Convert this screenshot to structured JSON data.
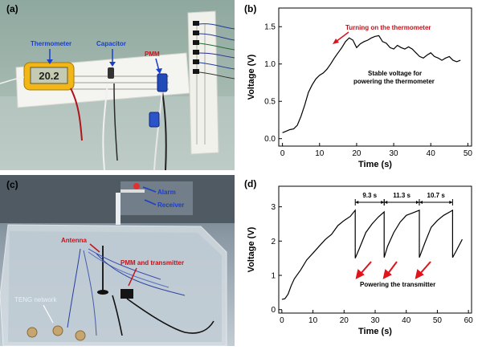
{
  "panels": {
    "a": {
      "label": "(a)",
      "annotations": {
        "thermometer": "Thermometer",
        "capacitor": "Capacitor",
        "pmm": "PMM",
        "display_reading": "20.2"
      }
    },
    "c": {
      "label": "(c)",
      "annotations": {
        "alarm": "Alarm",
        "receiver": "Receiver",
        "antenna": "Antenna",
        "pmm_transmitter": "PMM and transmitter",
        "teng_network": "TENG network"
      }
    }
  },
  "chart_data": [
    {
      "panel_label": "(b)",
      "type": "line",
      "xlabel": "Time (s)",
      "ylabel": "Voltage (V)",
      "xlim": [
        -1,
        51
      ],
      "ylim": [
        -0.1,
        1.75
      ],
      "xticks": [
        0,
        10,
        20,
        30,
        40,
        50
      ],
      "xtick_labels": [
        "0",
        "10",
        "20",
        "30",
        "40",
        "50"
      ],
      "yticks": [
        0.0,
        0.5,
        1.0,
        1.5
      ],
      "ytick_labels": [
        "0.0",
        "0.5",
        "1.0",
        "1.5"
      ],
      "grid": false,
      "series": [
        {
          "x": [
            0,
            1,
            2,
            3,
            4,
            5,
            6,
            7,
            8,
            9,
            10,
            11,
            12,
            13,
            14,
            15,
            16,
            17,
            18,
            19,
            20,
            21,
            22,
            23,
            24,
            25,
            26,
            27,
            28,
            29,
            30,
            31,
            32,
            33,
            34,
            35,
            36,
            37,
            38,
            39,
            40,
            41,
            42,
            43,
            44,
            45,
            46,
            47,
            48
          ],
          "y": [
            0.08,
            0.1,
            0.12,
            0.13,
            0.18,
            0.3,
            0.45,
            0.62,
            0.72,
            0.8,
            0.85,
            0.88,
            0.93,
            1.0,
            1.08,
            1.15,
            1.22,
            1.3,
            1.35,
            1.32,
            1.22,
            1.27,
            1.3,
            1.32,
            1.35,
            1.37,
            1.38,
            1.3,
            1.28,
            1.22,
            1.2,
            1.25,
            1.22,
            1.2,
            1.23,
            1.2,
            1.15,
            1.1,
            1.08,
            1.12,
            1.15,
            1.1,
            1.08,
            1.05,
            1.08,
            1.1,
            1.05,
            1.03,
            1.05
          ]
        }
      ],
      "annotations": {
        "turning_on": "Turning on the thermometer",
        "stable_line1": "Stable voltage for",
        "stable_line2": "powering the thermometer"
      }
    },
    {
      "panel_label": "(d)",
      "type": "line",
      "xlabel": "Time (s)",
      "ylabel": "Voltage (V)",
      "xlim": [
        -1,
        61
      ],
      "ylim": [
        -0.1,
        3.6
      ],
      "xticks": [
        0,
        10,
        20,
        30,
        40,
        50,
        60
      ],
      "xtick_labels": [
        "0",
        "10",
        "20",
        "30",
        "40",
        "50",
        "60"
      ],
      "yticks": [
        0,
        1,
        2,
        3
      ],
      "ytick_labels": [
        "0",
        "1",
        "2",
        "3"
      ],
      "grid": false,
      "series": [
        {
          "x": [
            0,
            1,
            2,
            3,
            4,
            6,
            8,
            10,
            12,
            14,
            16,
            18,
            20,
            22,
            23.6,
            23.6,
            25,
            27,
            29,
            31,
            32.9,
            32.9,
            34,
            36,
            38,
            40,
            42,
            44.2,
            44.2,
            46,
            48,
            50,
            52,
            54,
            54.9,
            54.9,
            56,
            58
          ],
          "y": [
            0.3,
            0.32,
            0.45,
            0.7,
            0.9,
            1.15,
            1.45,
            1.65,
            1.85,
            2.05,
            2.2,
            2.45,
            2.6,
            2.72,
            2.9,
            1.5,
            1.8,
            2.25,
            2.5,
            2.7,
            2.85,
            1.52,
            1.85,
            2.25,
            2.55,
            2.75,
            2.82,
            2.9,
            1.52,
            1.95,
            2.4,
            2.6,
            2.75,
            2.85,
            2.9,
            1.52,
            1.7,
            2.05
          ]
        }
      ],
      "intervals": [
        {
          "label": "9.3 s",
          "from": 23.6,
          "to": 32.9
        },
        {
          "label": "11.3 s",
          "from": 32.9,
          "to": 44.2
        },
        {
          "label": "10.7 s",
          "from": 44.2,
          "to": 54.9
        }
      ],
      "annotations": {
        "powering": "Powering the transmitter"
      }
    }
  ]
}
